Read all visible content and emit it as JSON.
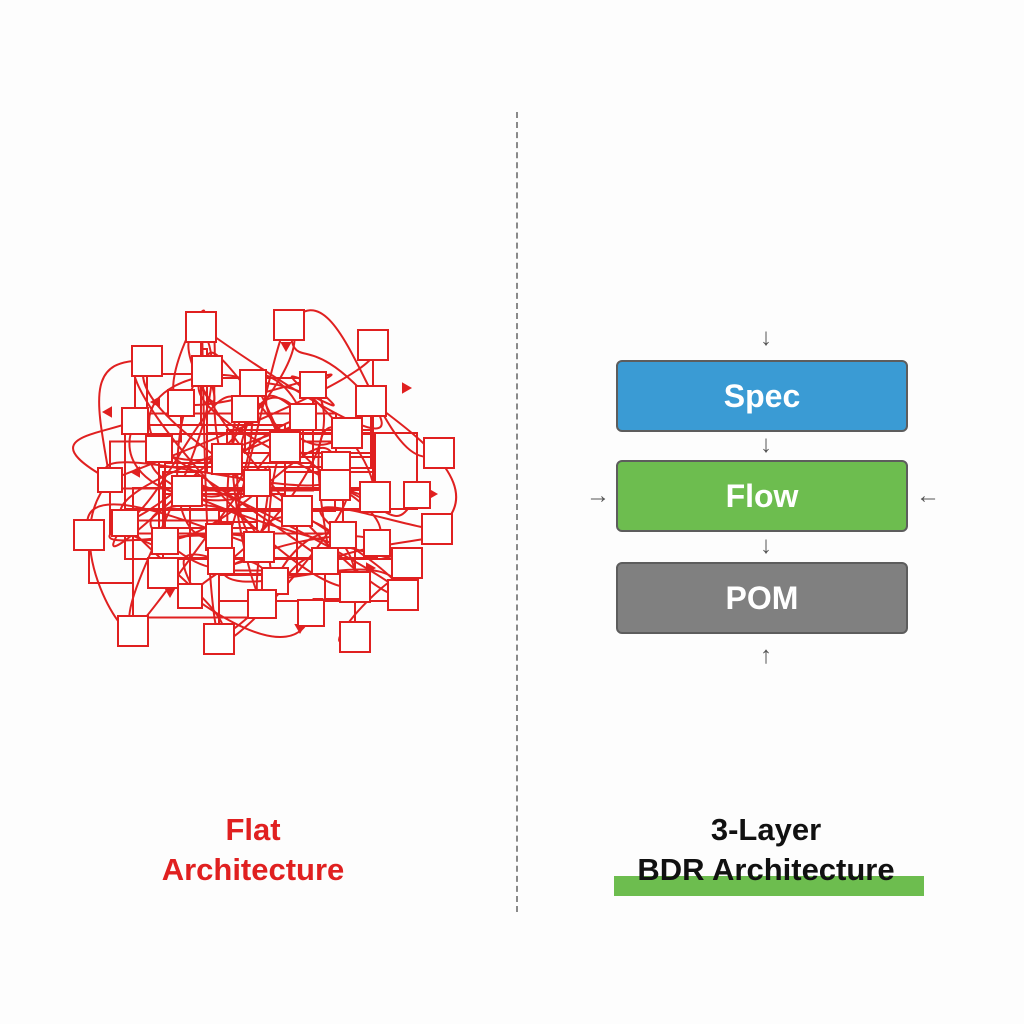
{
  "colors": {
    "flat": "#e02020",
    "spec": "#3a9bd4",
    "flow": "#6dbd4f",
    "pom": "#808080",
    "highlight": "#6dbd4f"
  },
  "flat": {
    "caption_line1": "Flat",
    "caption_line2": "Architecture"
  },
  "layers": {
    "spec": "Spec",
    "flow": "Flow",
    "pom": "POM"
  },
  "arrows": {
    "down": "↓",
    "up": "↑",
    "right": "→",
    "left": "←"
  },
  "bdr": {
    "caption_line1": "3-Layer",
    "caption_line2": "BDR Architecture"
  }
}
